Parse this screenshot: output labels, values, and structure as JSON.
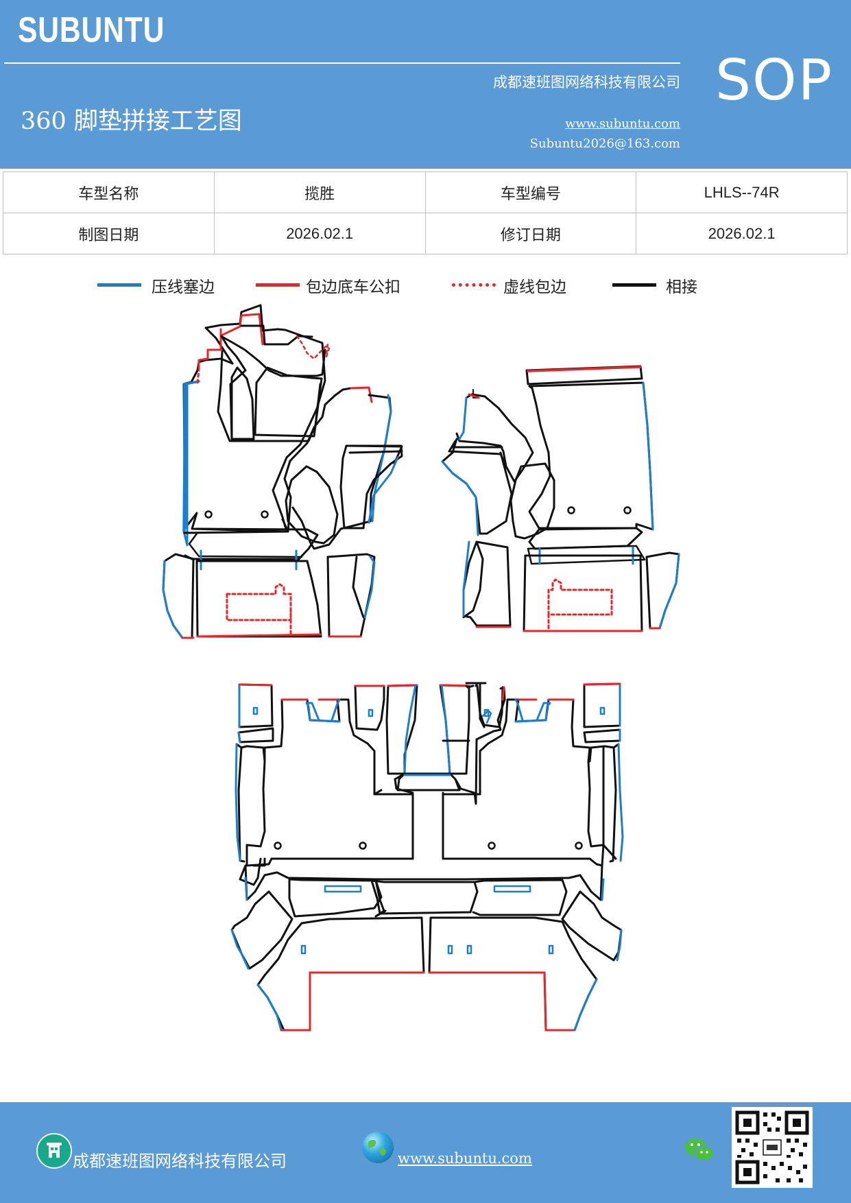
{
  "header": {
    "logo": "SUBUNTU",
    "company": "成都速班图网络科技有限公司",
    "title": "360 脚垫拼接工艺图",
    "website": "www.subuntu.com",
    "email": "Subuntu2026@163.com",
    "badge": "SOP"
  },
  "info_table": {
    "rows": [
      [
        {
          "label": "车型名称"
        },
        {
          "value": "揽胜"
        },
        {
          "label": "车型编号"
        },
        {
          "value": "LHLS--74R"
        }
      ],
      [
        {
          "label": "制图日期"
        },
        {
          "value": "2026.02.1"
        },
        {
          "label": "修订日期"
        },
        {
          "value": "2026.02.1"
        }
      ]
    ]
  },
  "legend": [
    {
      "label": "压线塞边",
      "color": "#1a7fd0",
      "style": "solid"
    },
    {
      "label": "包边底车公扣",
      "color": "#e8272a",
      "style": "solid"
    },
    {
      "label": "虚线包边",
      "color": "#e8272a",
      "style": "dotted"
    },
    {
      "label": "相接",
      "color": "#111111",
      "style": "solid"
    }
  ],
  "colors": {
    "header_bg": "#5b9bd5",
    "blue_edge": "#1a7fd0",
    "red_edge": "#e8272a",
    "join": "#111111"
  },
  "footer": {
    "company": "成都速班图网络科技有限公司",
    "website": "www.subuntu.com",
    "icons": [
      "building-icon",
      "globe-icon",
      "wechat-icon",
      "qr-code"
    ]
  }
}
